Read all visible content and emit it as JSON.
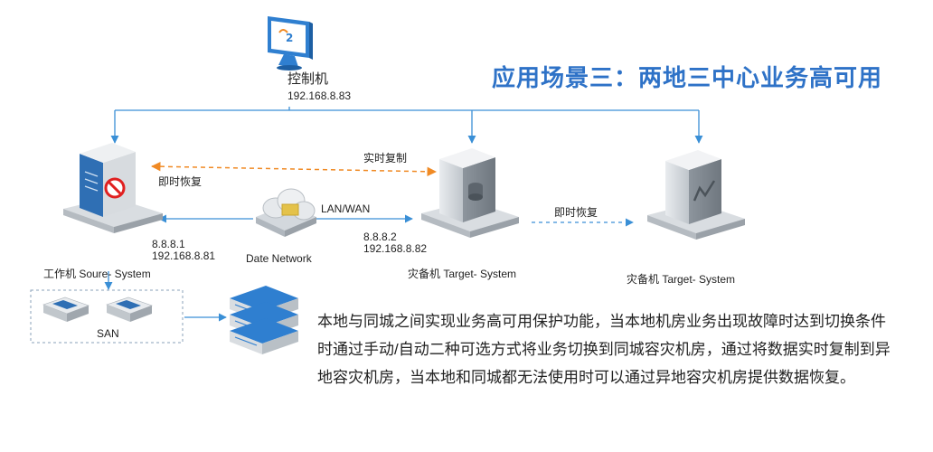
{
  "title": "应用场景三：两地三中心业务高可用",
  "control": {
    "name": "控制机",
    "ip": "192.168.8.83"
  },
  "source": {
    "name": "工作机 Soure- System",
    "ip1": "8.8.8.1",
    "ip2": "192.168.8.81",
    "recover_label": "即时恢复"
  },
  "network": {
    "name": "Date Network",
    "lan_label": "LAN/WAN"
  },
  "target1": {
    "name": "灾备机 Target- System",
    "ip1": "8.8.8.2",
    "ip2": "192.168.8.82"
  },
  "replication_label": "实时复制",
  "target2": {
    "name": "灾备机 Target- System",
    "recover_label": "即时恢复"
  },
  "san": {
    "label": "SAN"
  },
  "description": "本地与同城之间实现业务高可用保护功能，当本地机房业务出现故障时达到切换条件时通过手动/自动二种可选方式将业务切换到同城容灾机房，通过将数据实时复制到异地容灾机房，当本地和同城都无法使用时可以通过异地容灾机房提供数据恢复。",
  "colors": {
    "accent": "#2e72c7",
    "line": "#3a8fd6",
    "replication": "#f08a24"
  }
}
